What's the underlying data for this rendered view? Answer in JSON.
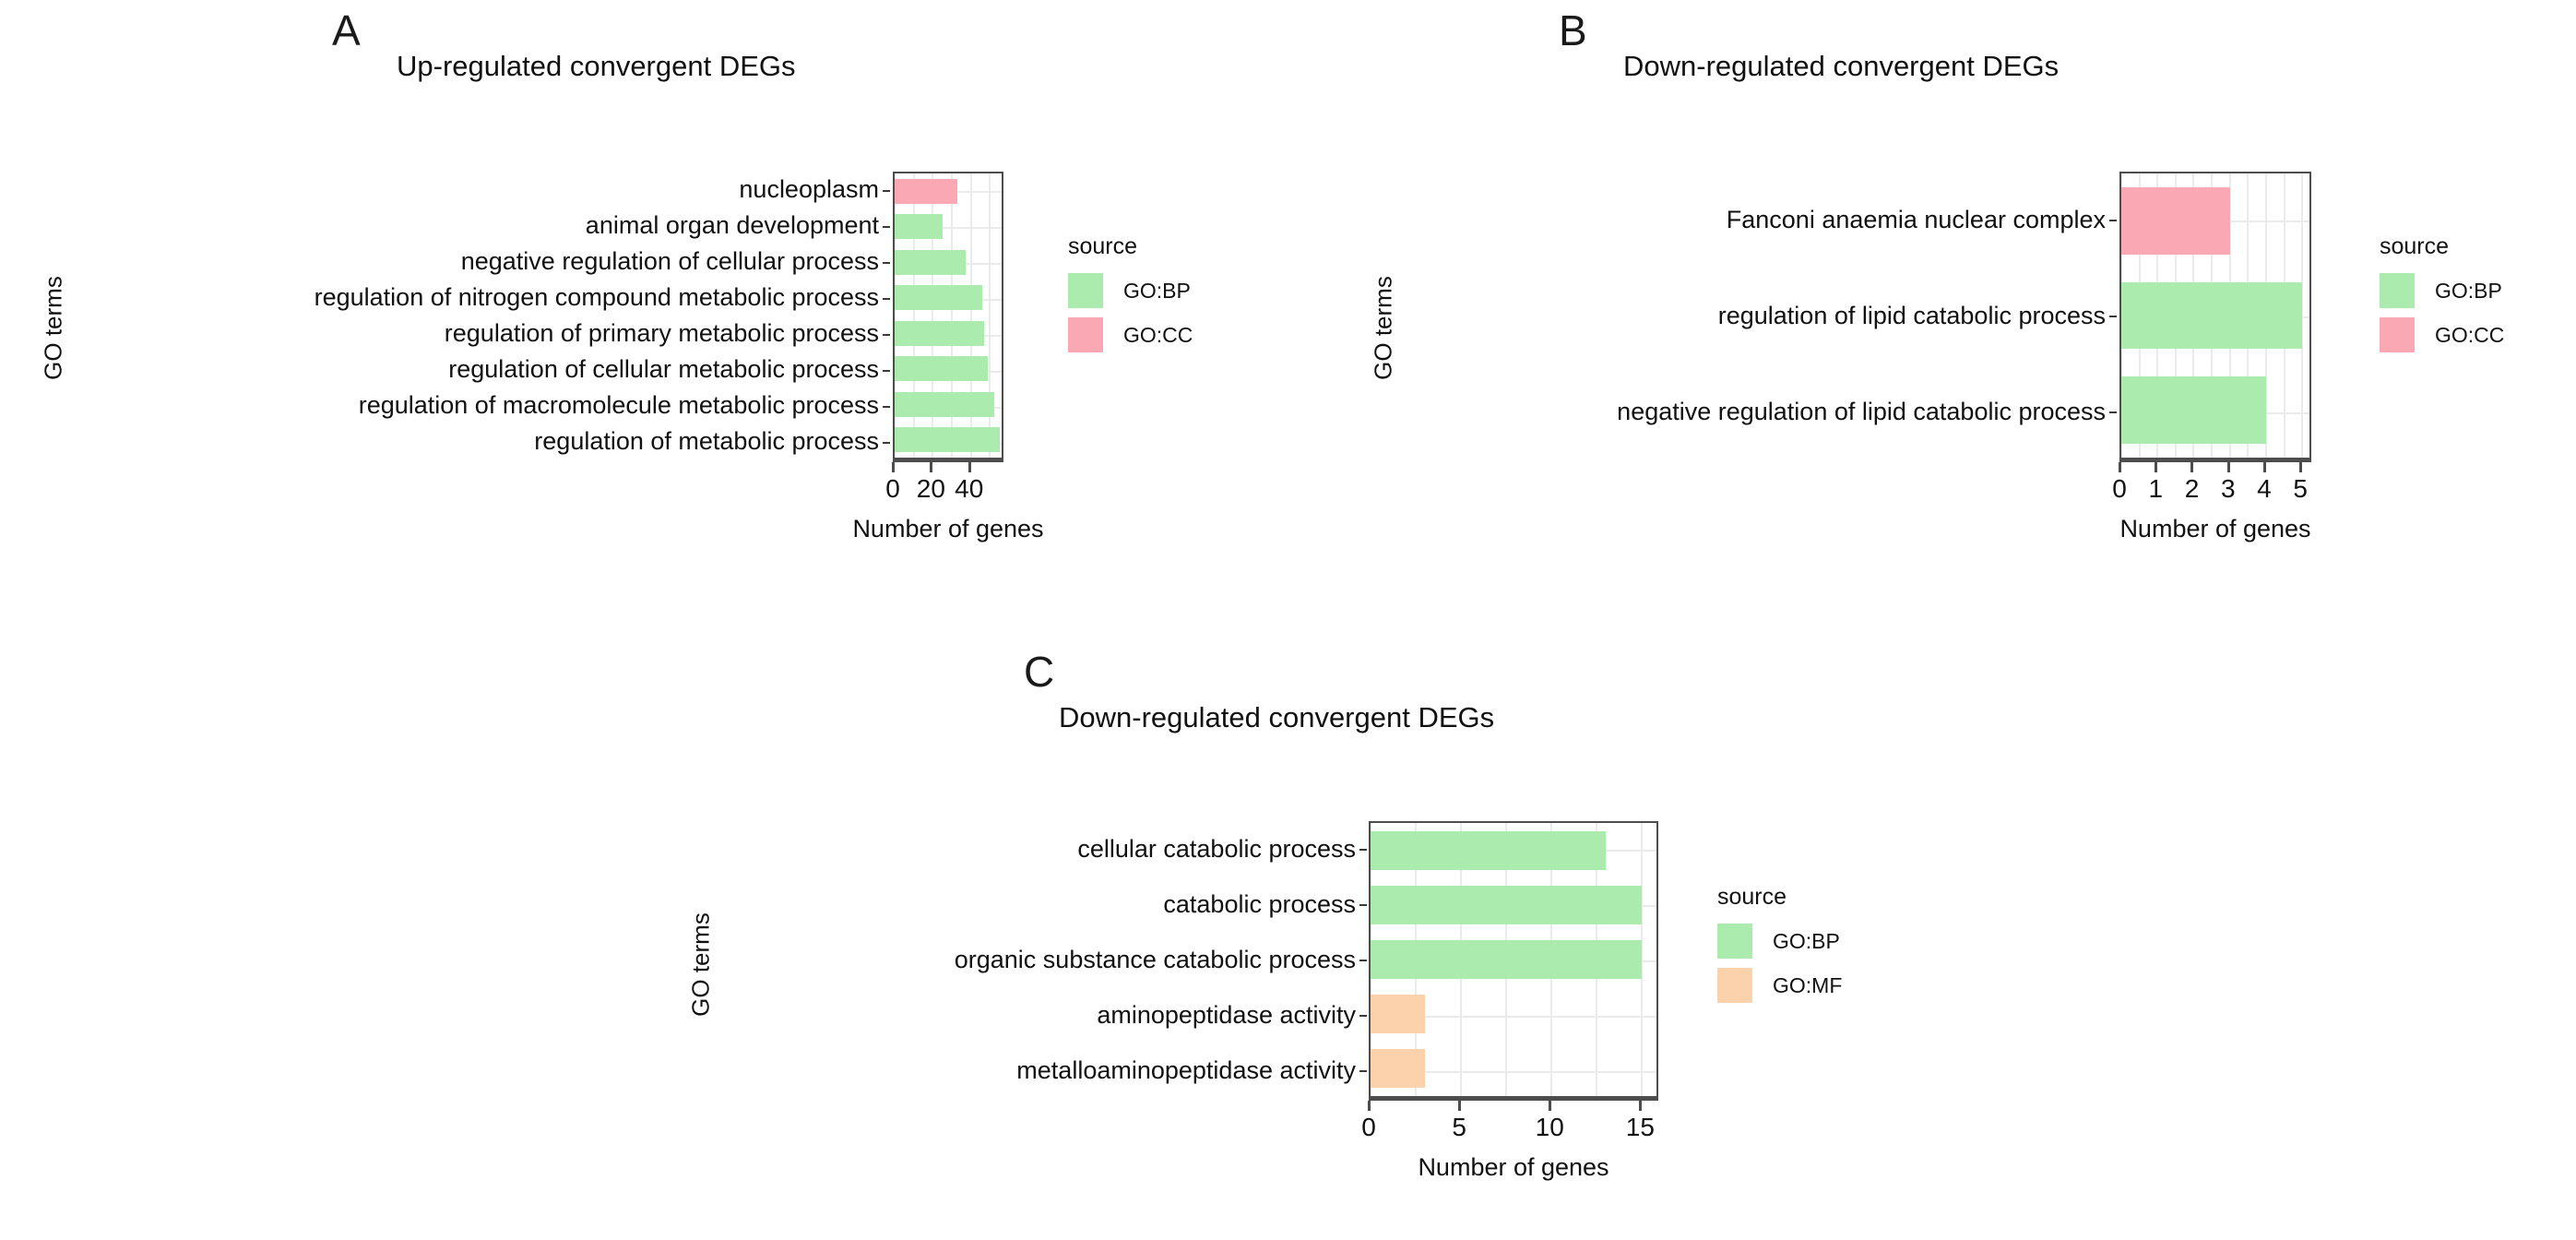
{
  "figure": {
    "axis_y_label": "GO terms",
    "axis_x_label": "Number of genes",
    "legend_title": "source"
  },
  "panels": [
    {
      "letter": "A",
      "title": "Up-regulated convergent DEGs"
    },
    {
      "letter": "B",
      "title": "Down-regulated convergent DEGs"
    },
    {
      "letter": "C",
      "title": "Down-regulated convergent DEGs"
    }
  ],
  "colors": {
    "GO:BP": "#abebae",
    "GO:CC": "#faa8b4",
    "GO:MF": "#fbd2ab",
    "axis": "#4d4d4d",
    "grid": "#ebebeb"
  },
  "chart_data": [
    {
      "type": "bar",
      "orientation": "horizontal",
      "panel": "A",
      "title": "Up-regulated convergent DEGs",
      "xlabel": "Number of genes",
      "ylabel": "GO terms",
      "xlim": [
        0,
        58
      ],
      "xticks": [
        0,
        20,
        40
      ],
      "xtick_labels": [
        "0",
        "20",
        "40"
      ],
      "grid": true,
      "legend_position": "right",
      "legend_title": "source",
      "legend_entries": [
        "GO:BP",
        "GO:CC"
      ],
      "categories": [
        "nucleoplasm",
        "animal organ development",
        "negative regulation of cellular process",
        "regulation of nitrogen compound metabolic process",
        "regulation of primary metabolic process",
        "regulation of cellular metabolic process",
        "regulation of macromolecule metabolic process",
        "regulation of metabolic process"
      ],
      "values": [
        33,
        25,
        37,
        46,
        47,
        49,
        52,
        55
      ],
      "sources": [
        "GO:CC",
        "GO:BP",
        "GO:BP",
        "GO:BP",
        "GO:BP",
        "GO:BP",
        "GO:BP",
        "GO:BP"
      ]
    },
    {
      "type": "bar",
      "orientation": "horizontal",
      "panel": "B",
      "title": "Down-regulated convergent DEGs",
      "xlabel": "Number of genes",
      "ylabel": "GO terms",
      "xlim": [
        0,
        5.3
      ],
      "xticks": [
        0,
        1,
        2,
        3,
        4,
        5
      ],
      "xtick_labels": [
        "0",
        "1",
        "2",
        "3",
        "4",
        "5"
      ],
      "grid": true,
      "legend_position": "right",
      "legend_title": "source",
      "legend_entries": [
        "GO:BP",
        "GO:CC"
      ],
      "categories": [
        "Fanconi anaemia nuclear complex",
        "regulation of lipid catabolic process",
        "negative regulation of lipid catabolic process"
      ],
      "values": [
        3,
        5,
        4
      ],
      "sources": [
        "GO:CC",
        "GO:BP",
        "GO:BP"
      ]
    },
    {
      "type": "bar",
      "orientation": "horizontal",
      "panel": "C",
      "title": "Down-regulated convergent DEGs",
      "xlabel": "Number of genes",
      "ylabel": "GO terms",
      "xlim": [
        0,
        16
      ],
      "xticks": [
        0,
        5,
        10,
        15
      ],
      "xtick_labels": [
        "0",
        "5",
        "10",
        "15"
      ],
      "grid": true,
      "legend_position": "right",
      "legend_title": "source",
      "legend_entries": [
        "GO:BP",
        "GO:MF"
      ],
      "categories": [
        "cellular catabolic process",
        "catabolic process",
        "organic substance catabolic process",
        "aminopeptidase activity",
        "metalloaminopeptidase activity"
      ],
      "values": [
        13,
        15,
        15,
        3,
        3
      ],
      "sources": [
        "GO:BP",
        "GO:BP",
        "GO:BP",
        "GO:MF",
        "GO:MF"
      ]
    }
  ]
}
